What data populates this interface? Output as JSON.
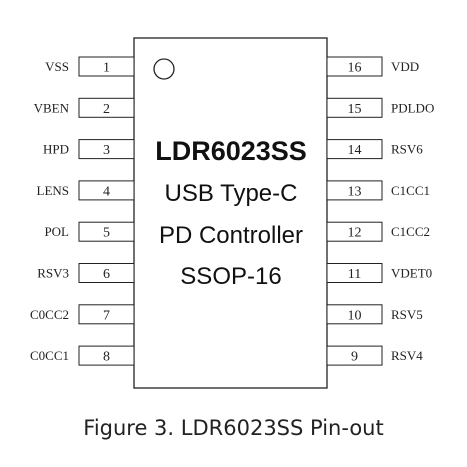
{
  "chip": {
    "lines": [
      "LDR6023SS",
      "USB Type-C",
      "PD Controller",
      "SSOP-16"
    ]
  },
  "pins_left": [
    {
      "num": "1",
      "name": "VSS"
    },
    {
      "num": "2",
      "name": "VBEN"
    },
    {
      "num": "3",
      "name": "HPD"
    },
    {
      "num": "4",
      "name": "LENS"
    },
    {
      "num": "5",
      "name": "POL"
    },
    {
      "num": "6",
      "name": "RSV3"
    },
    {
      "num": "7",
      "name": "C0CC2"
    },
    {
      "num": "8",
      "name": "C0CC1"
    }
  ],
  "pins_right": [
    {
      "num": "16",
      "name": "VDD"
    },
    {
      "num": "15",
      "name": "PDLDO"
    },
    {
      "num": "14",
      "name": "RSV6"
    },
    {
      "num": "13",
      "name": "C1CC1"
    },
    {
      "num": "12",
      "name": "C1CC2"
    },
    {
      "num": "11",
      "name": "VDET0"
    },
    {
      "num": "10",
      "name": "RSV5"
    },
    {
      "num": "9",
      "name": "RSV4"
    }
  ],
  "caption": "Figure 3. LDR6023SS Pin-out"
}
